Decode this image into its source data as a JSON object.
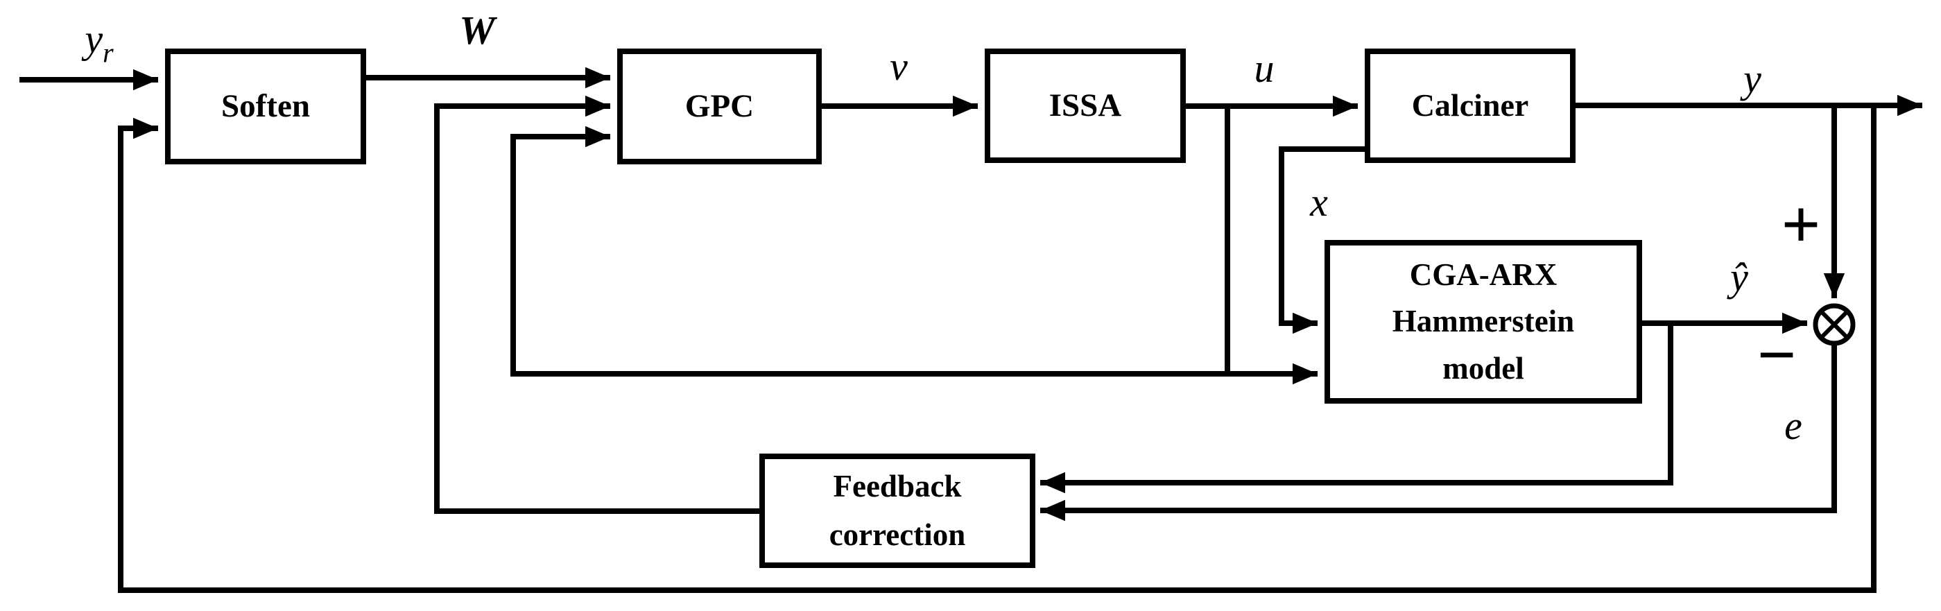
{
  "colors": {
    "line": "#000000",
    "background": "#ffffff",
    "box_fill": "#ffffff"
  },
  "blocks": {
    "soften": {
      "label": "Soften"
    },
    "gpc": {
      "label": "GPC"
    },
    "issa": {
      "label": "ISSA"
    },
    "calciner": {
      "label": "Calciner"
    },
    "hammerstein": {
      "label": "CGA-ARX\nHammerstein\nmodel"
    },
    "feedback_correction": {
      "label": "Feedback\ncorrection"
    }
  },
  "signals": {
    "reference_main": "y",
    "reference_sub": "r",
    "setpoint": "W",
    "gpc_output": "v",
    "control_input": "u",
    "process_output": "y",
    "intermediate_state": "x",
    "model_output": "ŷ",
    "error": "e",
    "sum_positive": "+",
    "sum_negative": "−"
  }
}
